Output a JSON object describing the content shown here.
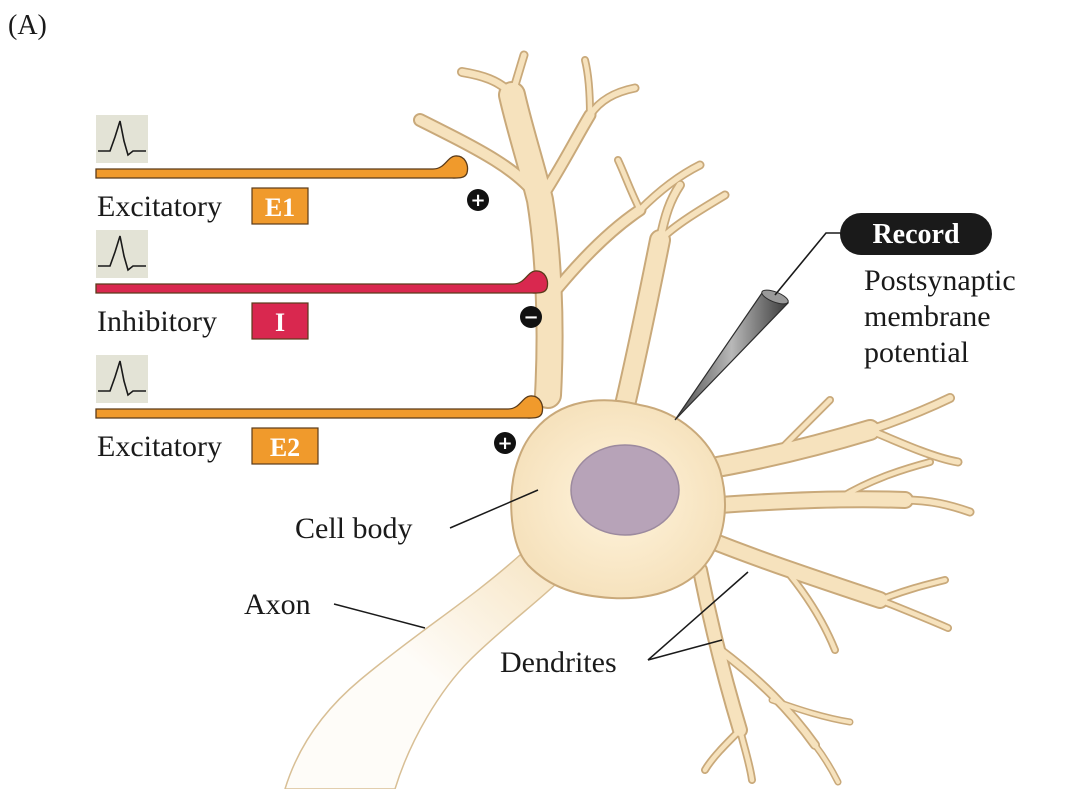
{
  "panel_label": "(A)",
  "inputs": [
    {
      "type_label": "Excitatory",
      "tag": "E1",
      "sign": "+",
      "color": "#f09a2c"
    },
    {
      "type_label": "Inhibitory",
      "tag": "I",
      "sign": "−",
      "color": "#d9284f"
    },
    {
      "type_label": "Excitatory",
      "tag": "E2",
      "sign": "+",
      "color": "#f09a2c"
    }
  ],
  "record": {
    "button_label": "Record",
    "caption_lines": [
      "Postsynaptic",
      "membrane",
      "potential"
    ]
  },
  "labels": {
    "cell_body": "Cell body",
    "axon": "Axon",
    "dendrites": "Dendrites"
  },
  "colors": {
    "neuron_fill": "#f6e2bd",
    "neuron_stroke": "#c9a97a",
    "nucleus": "#b7a3b8",
    "trace_box": "#e3e3d6"
  }
}
